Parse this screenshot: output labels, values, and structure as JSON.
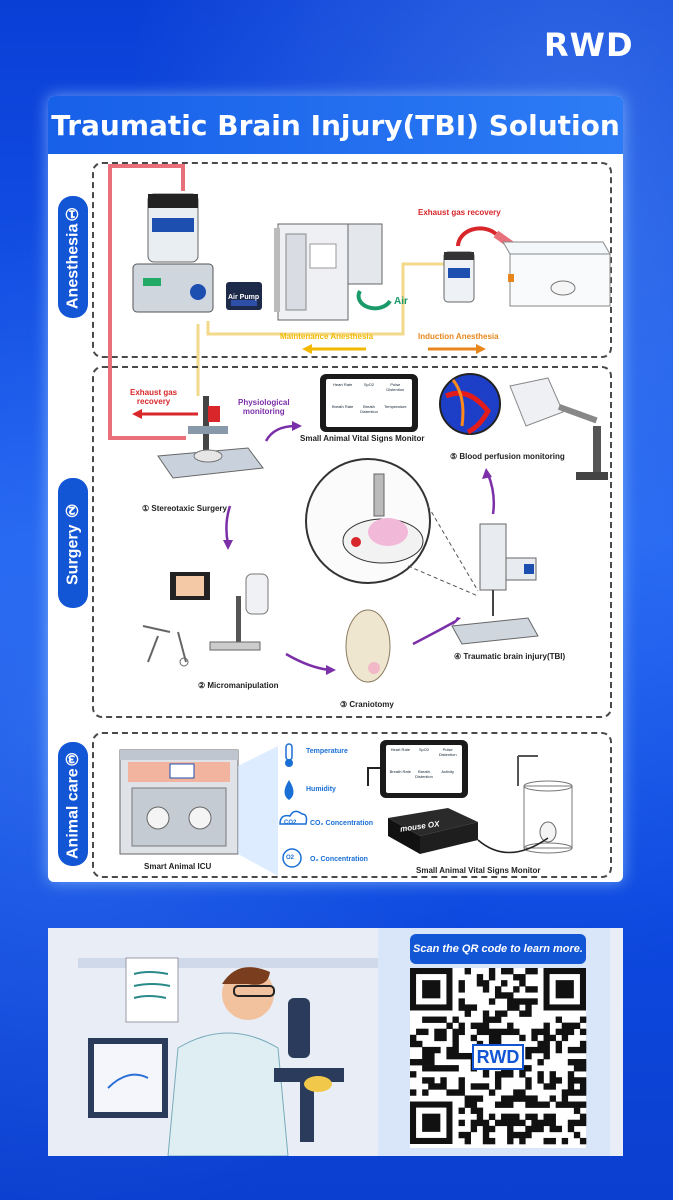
{
  "brand": {
    "logo_text": "RWD",
    "qr_logo_text": "RWD"
  },
  "title": "Traumatic Brain Injury(TBI) Solution",
  "sections": {
    "anesthesia": {
      "tab": "Anesthesia①",
      "exhaust_gas": "Exhaust gas recovery",
      "air": "Air",
      "air_pump": "Air Pump",
      "maintenance": "Maintenance Anesthesia",
      "induction": "Induction Anesthesia"
    },
    "surgery": {
      "tab": "Surgery ②",
      "exhaust_gas_line1": "Exhaust gas",
      "exhaust_gas_line2": "recovery",
      "physio_line1": "Physiological",
      "physio_line2": "monitoring",
      "monitor_title": "Small Animal Vital Signs Monitor",
      "monitor_tiles": [
        "Heart Rate",
        "SpO2",
        "Pulse Distention",
        "Breath Rate",
        "Breath Distention",
        "Temperature"
      ],
      "stereotaxic": "① Stereotaxic Surgery",
      "micromanipulation": "② Micromanipulation",
      "craniotomy": "③ Craniotomy",
      "tbi": "④ Traumatic brain injury(TBI)",
      "perfusion": "⑤ Blood perfusion monitoring"
    },
    "animal_care": {
      "tab": "Animal care③",
      "temperature": "Temperature",
      "humidity": "Humidity",
      "co2": "CO₂ Concentration",
      "o2": "O₂ Concentration",
      "co2_icon_text": "CO2",
      "o2_icon_text": "O2",
      "icu": "Smart Animal ICU",
      "monitor_title": "Small Animal Vital Signs Monitor",
      "device_label": "mouse OX",
      "monitor_tiles": [
        "Heart Rate",
        "SpO2",
        "Pulse Distention",
        "Breath Rate",
        "Breath Distention",
        "Activity"
      ]
    }
  },
  "qr": {
    "banner": "Scan the QR code to learn more."
  },
  "colors": {
    "accent_blue": "#1256d6",
    "red": "#d8262a",
    "purple": "#7b2fa8",
    "yellow": "#f3b800",
    "orange": "#e8861c"
  }
}
